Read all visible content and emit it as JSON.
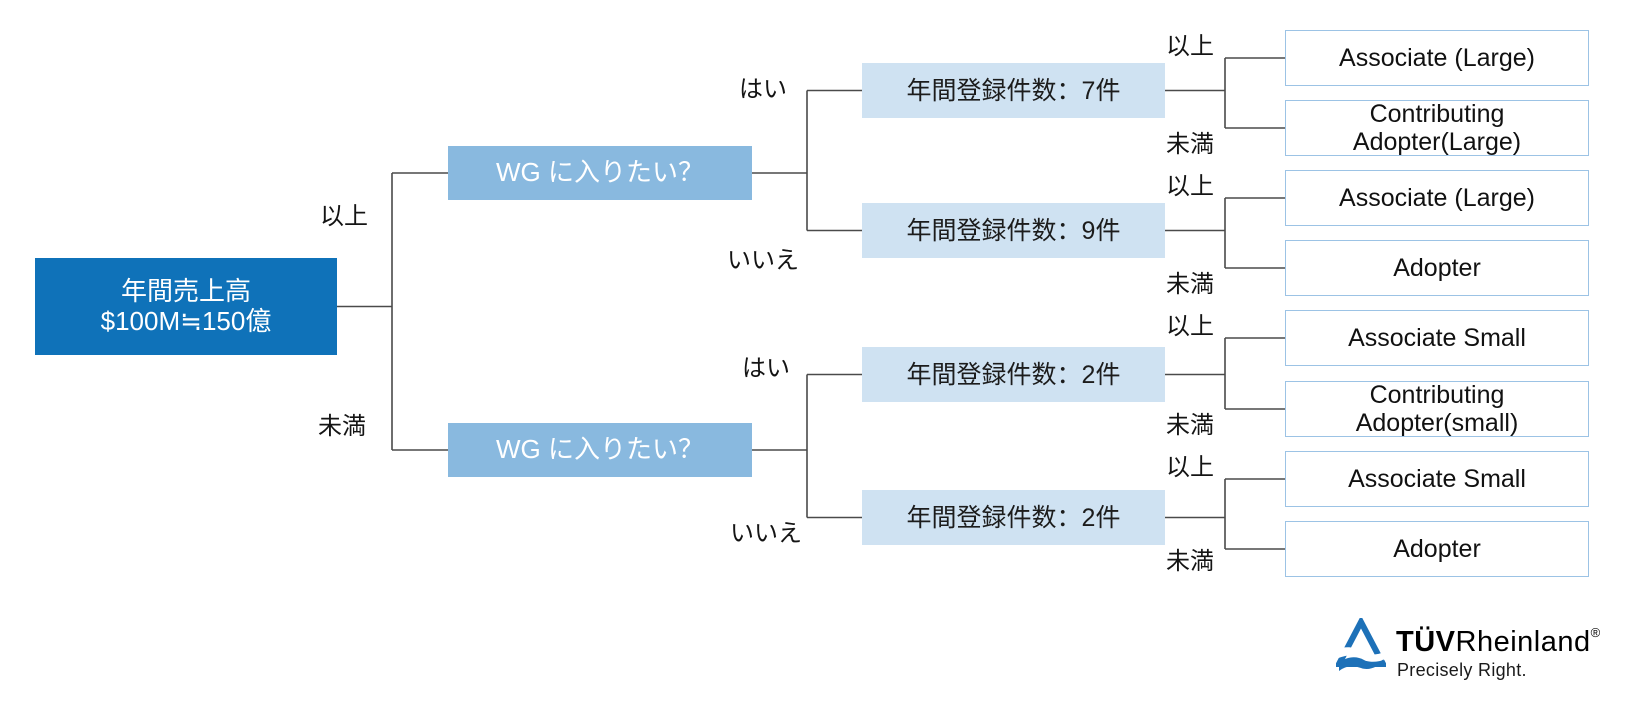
{
  "tree": {
    "root": {
      "line1": "年間売上高",
      "line2": "$100M≒150億"
    },
    "branch_labels": {
      "above": "以上",
      "below": "未満",
      "yes": "はい",
      "no": "いいえ"
    },
    "wg_nodes": [
      {
        "label": "WG に入りたい？"
      },
      {
        "label": "WG に入りたい？"
      }
    ],
    "count_nodes": [
      {
        "label": "年間登録件数：7件"
      },
      {
        "label": "年間登録件数：9件"
      },
      {
        "label": "年間登録件数：2件"
      },
      {
        "label": "年間登録件数：2件"
      }
    ],
    "outcomes": [
      {
        "label": "Associate (Large)"
      },
      {
        "label": "Contributing\nAdopter(Large)"
      },
      {
        "label": "Associate (Large)"
      },
      {
        "label": "Adopter"
      },
      {
        "label": "Associate Small"
      },
      {
        "label": "Contributing\nAdopter(small)"
      },
      {
        "label": "Associate Small"
      },
      {
        "label": "Adopter"
      }
    ]
  },
  "logo": {
    "brand_bold": "TÜV",
    "brand_regular": "Rheinland",
    "registered_mark": "®",
    "tagline": "Precisely Right."
  },
  "colors": {
    "root_fill": "#0F72B9",
    "wg_fill": "#89B9DF",
    "count_fill": "#CFE2F2",
    "outcome_border": "#9CC3E5",
    "connector": "#4A4A4A",
    "logo_blue": "#1D71B8",
    "text_dark": "#1A1A1A"
  }
}
